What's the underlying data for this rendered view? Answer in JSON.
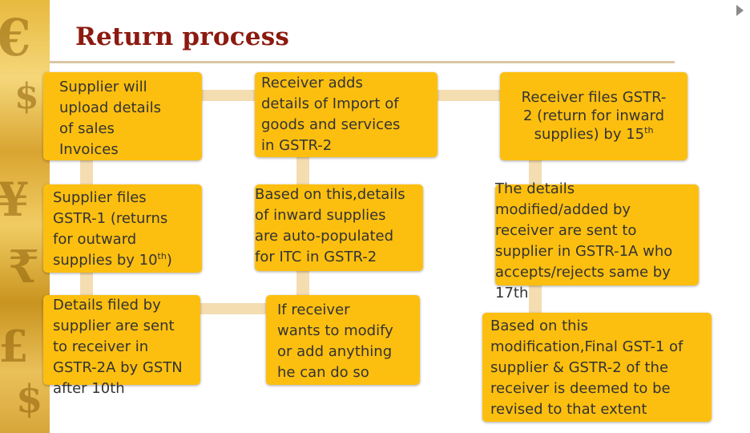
{
  "slide": {
    "title": "Return process"
  },
  "boxes": {
    "b1": {
      "text": "Supplier will\nupload details\nof sales\nInvoices"
    },
    "b2": {
      "text_pre": "Supplier files\nGSTR-1 (returns\nfor outward\nsupplies by 10",
      "text_sup": "th",
      "text_post": ")"
    },
    "b3": {
      "text": "Details filed by\nsupplier are sent\nto receiver in\nGSTR-2A by GSTN\nafter 10th"
    },
    "b4": {
      "text": "Receiver adds\ndetails of Import of\ngoods and services\nin GSTR-2"
    },
    "b5": {
      "text": "Based on this,details\nof inward supplies\nare auto-populated\nfor ITC in GSTR-2"
    },
    "b6": {
      "text": "If receiver\nwants to modify\nor add anything\nhe can do so"
    },
    "b7": {
      "text_pre": "Receiver files GSTR-\n2  (return for inward\nsupplies) by 15",
      "text_sup": "th",
      "text_post": ""
    },
    "b8": {
      "text": "The details\nmodified/added by\nreceiver are sent to\nsupplier in GSTR-1A who\naccepts/rejects same by\n17th"
    },
    "b9": {
      "text": "Based on this\nmodification,Final GST-1 of\nsupplier  & GSTR-2 of the\nreceiver is  deemed to be\nrevised to  that extent"
    }
  },
  "colors": {
    "box_fill": "#fdbf0f",
    "title": "#8c1a10",
    "connector": "#f4ddb0"
  }
}
